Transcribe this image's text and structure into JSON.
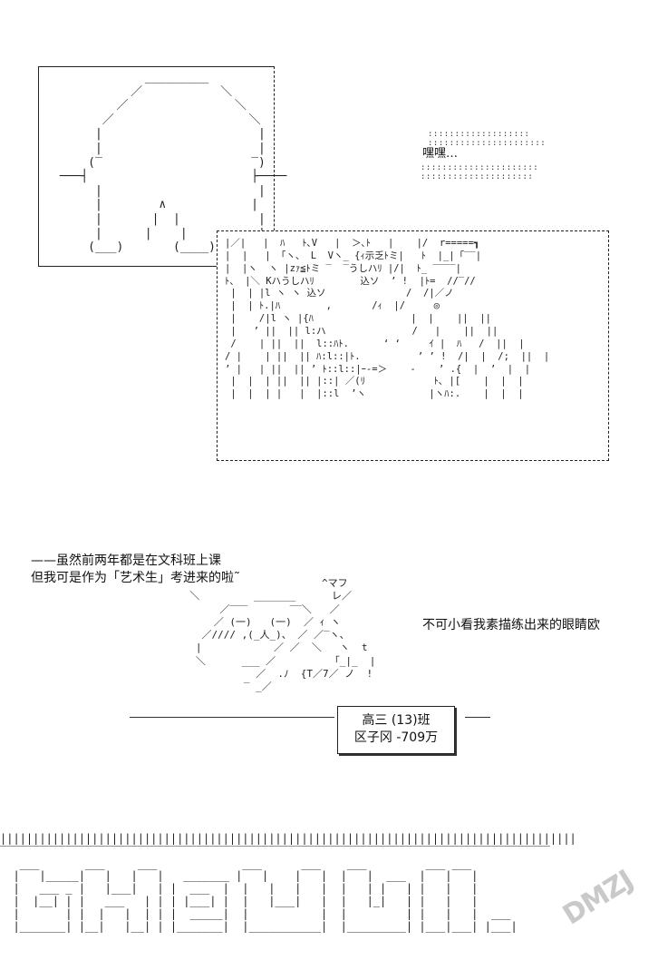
{
  "panel1": {
    "ascii_art": "             _________\n           ／           ＼\n         ／               ＼\n       ／                   ＼\n      |                      |\n      |                      |\n     (‾                     ‾)\n ───┤                       ├────\n      |                      |\n      |        ∧            |\n      |       |  |           |\n      |      |    |          |\n     (___)       (____)"
  },
  "caption_heihei": "嘿嘿…",
  "dots": {
    "top": ":::::::::::::::::::\n::::::::::::::::::::::",
    "bottom": "::::::::::::::::::::::\n:::::::::::::::::::::"
  },
  "panel2": {
    "ascii_art": "|／|   |  ﾊ   ﾄ､V   |  ＞､ﾄ   |    |/  r=====┓\n|  |   | 「ヽ、 L  Vヽ_ {ｨ示乏ﾄミ|   ﾄ  |_|「‾‾|\n|  |ヽ  ヽ |zｧ≦ﾄミ ‾  ‾うしハﾘ |/|  ﾄ_ ‾‾‾‾|\nﾄ、 |＼ Kハうしハﾘ        込ソ  ’ !  |ﾄ=  //‾//\n |  | |l ヽ ヽ 込ソ              /  /|／ノ\n |  | ﾄ.|ﾊ        ,       /ｨ  |/     ◎\n |    /|l ヽ |{ﾊ                 |  |    ||  ||\n |   ’ ||  || l:ハ               /   |    ||  ||\n /    | ||  ||  l::ﾊﾄ.      ‘ ‘     ｲ |  ﾊ   /  ||  |\n/ |    | ||  || ﾊ:l::|ﾄ.          ’ ’ !  /|  |  /;  ||  |\n’ |   | ||  || ’ ﾄ::l::|ｰ-=＞    -    ’ .{  |  ’  |  |\n |  |  | ||  || |::| ／(ﾘ            ﾄ､ |[    |  |  |\n |  |  | |   |  |::l  ’ヽ           |ヽﾊ:.    |  |  |"
  },
  "speech_left": {
    "line1": "——虽然前两年都是在文科班上课",
    "line2": "但我可是作为「艺术生」考进来的啦˜"
  },
  "speech_right": "不可小看我素描练出来的眼睛欧",
  "chibi_ascii": "                        ^マフ\n  ＼         _______      レ／\n       ／‾‾‾       ‾‾＼   ／\n      ／ (一)   (一)  ／ ｨ ヽ\n    ／//// ,(_人_)、 ／ ／‾ヽ、\n   |            ／ ／  ＼   ヽ  t\n   ＼      ___ ／         「_|_  |\n             ／  .ﾉ  {T／7／ ノ  !\n           ‾ _／",
  "nameplate": {
    "line1": "高三 (13)班",
    "line2": "区子冈 -709万"
  },
  "tbc_ascii": "||||||||||||||||||||||||||||||||||||||||||||||||||||||||||||||||||||||||||||||||||||||||\n‾‾‾‾‾‾‾‾‾‾‾‾‾‾‾‾‾‾‾‾‾‾‾‾‾‾‾‾‾‾‾‾‾‾‾‾‾‾‾‾‾‾‾‾‾‾‾‾‾‾‾‾‾‾‾‾‾‾‾‾‾‾‾‾‾‾‾‾‾‾‾‾‾‾‾‾‾‾‾‾‾‾‾‾\n   ___       ___     ___             ___      ___    ___         ___ ___\n  |   |_____|   |   |   |   _______ |   |    |   |  |   |  ___  |   |   |\n  |   ___ _ |   |___|   | |  ___  |  |   |   |   |  |   | |   | |   |   |\n  |  |__| | |   ___   | | | |___| |  |   |___|   |  |   |_|   | |   |   |\n  |       | |  |   |  | | |  _____|  |           |  |         | |   |   |  ___\n  |_______| |__|   |__| | |_______|  |___________|  |_________| |___|___| |___|",
  "watermark": "DMZJ"
}
